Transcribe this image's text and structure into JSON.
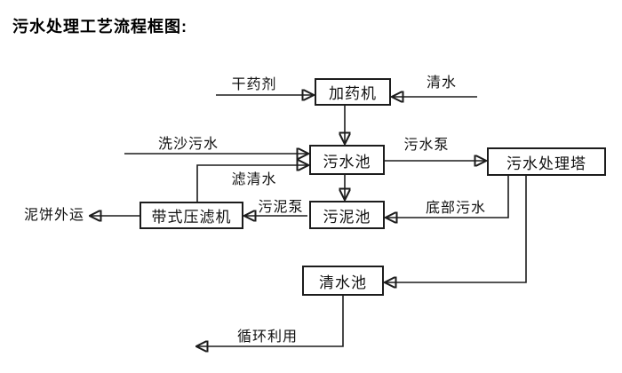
{
  "page": {
    "title": "污水处理工艺流程框图:"
  },
  "diagram": {
    "nodes": {
      "dosing_machine": "加药机",
      "sewage_pool": "污水池",
      "treatment_tower": "污水处理塔",
      "sludge_pool": "污泥池",
      "belt_filter_press": "带式压滤机",
      "clean_water_pool": "清水池"
    },
    "edge_labels": {
      "dry_agent": "干药剂",
      "clean_water": "清水",
      "sand_washing_sewage": "洗沙污水",
      "sewage_pump": "污水泵",
      "filtered_water": "滤清水",
      "sludge_pump": "污泥泵",
      "bottom_sewage": "底部污水",
      "mud_cake_out": "泥饼外运",
      "recycle": "循环利用"
    },
    "colors": {
      "line": "#1c1c1c",
      "background": "#ffffff",
      "text": "#000000"
    }
  }
}
